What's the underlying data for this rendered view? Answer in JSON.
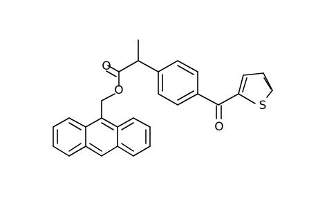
{
  "molecule": {
    "atoms": {
      "carbonyl_oxygen": "O",
      "ester_oxygen": "O",
      "ketone_oxygen": "O",
      "thiophene_sulfur": "S"
    }
  }
}
